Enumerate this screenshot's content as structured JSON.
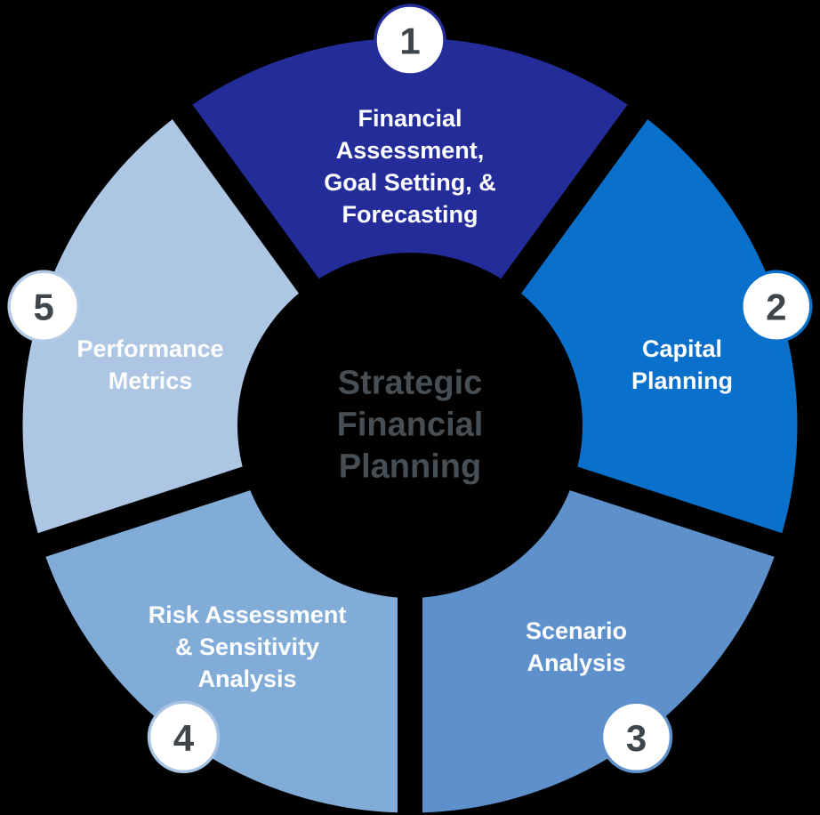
{
  "diagram": {
    "background_color": "#000000",
    "center_title": {
      "lines": [
        "Strategic",
        "Financial",
        "Planning"
      ],
      "color": "#484F54"
    },
    "label_color": "#FFFFFF",
    "badge": {
      "fill": "#FFFFFF",
      "number_color": "#3F464B"
    },
    "segments": [
      {
        "number": "1",
        "name": "financial-assessment-goal-setting-forecasting",
        "lines": [
          "Financial",
          "Assessment,",
          "Goal Setting, &",
          "Forecasting"
        ],
        "color": "#232C98",
        "badge_ring": "#232C98"
      },
      {
        "number": "2",
        "name": "capital-planning",
        "lines": [
          "Capital",
          "Planning"
        ],
        "color": "#0971CB",
        "badge_ring": "#0971CB"
      },
      {
        "number": "3",
        "name": "scenario-analysis",
        "lines": [
          "Scenario",
          "Analysis"
        ],
        "color": "#5E91CC",
        "badge_ring": "#5E91CC"
      },
      {
        "number": "4",
        "name": "risk-assessment-sensitivity-analysis",
        "lines": [
          "Risk Assessment",
          "& Sensitivity",
          "Analysis"
        ],
        "color": "#82ACD8",
        "badge_ring": "#A9C4E2"
      },
      {
        "number": "5",
        "name": "performance-metrics",
        "lines": [
          "Performance",
          "Metrics"
        ],
        "color": "#ACC6E4",
        "badge_ring": "#B2CAE6"
      }
    ]
  }
}
